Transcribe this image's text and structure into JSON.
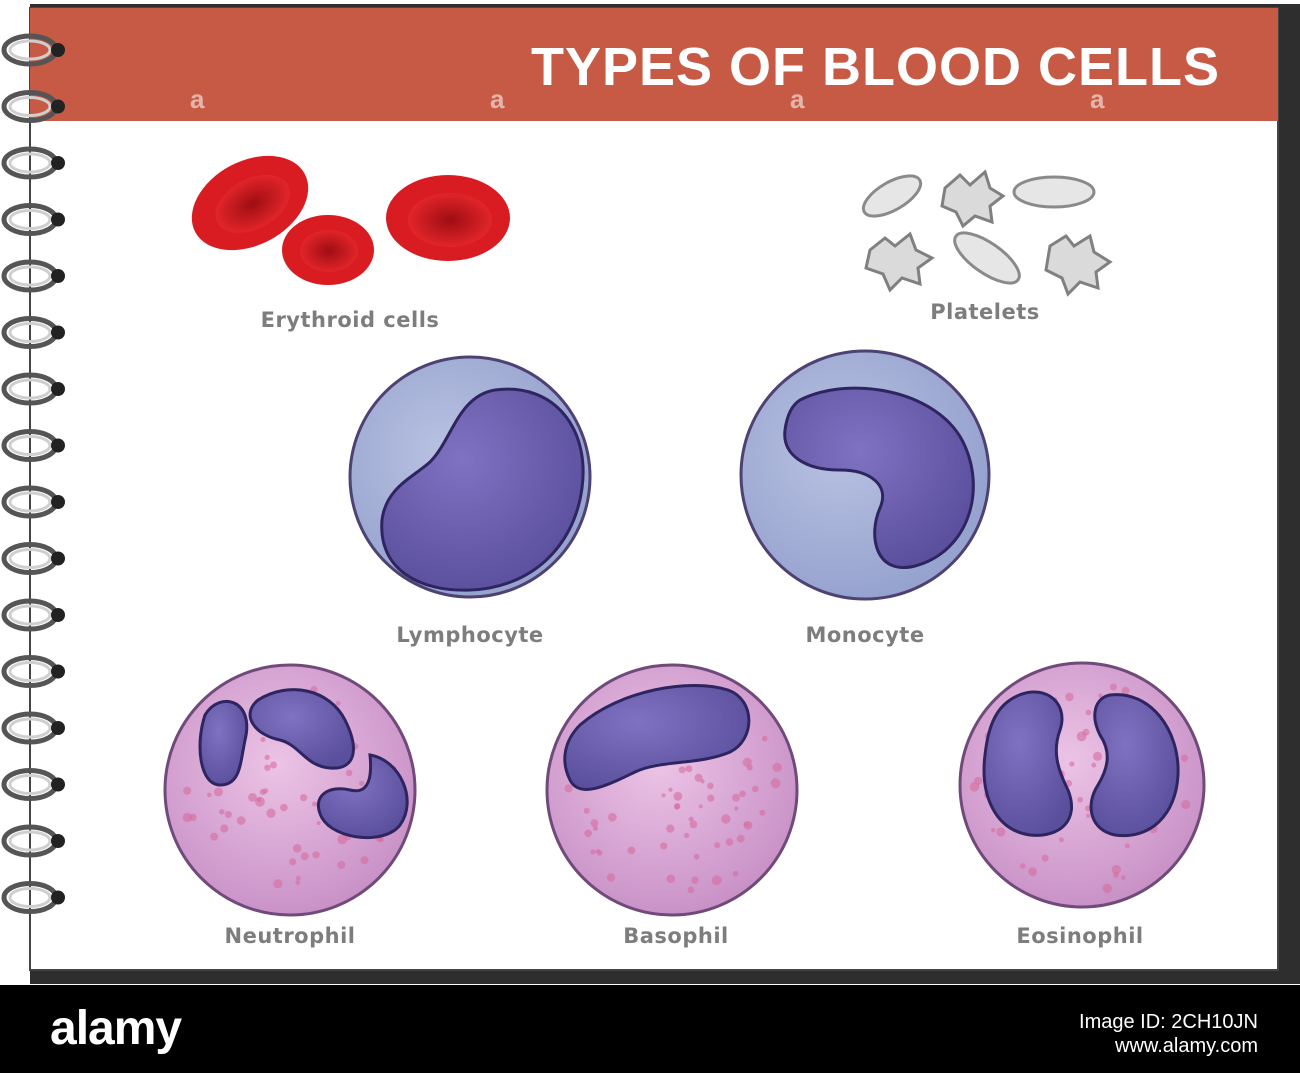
{
  "title": "TYPES OF BLOOD CELLS",
  "labels": {
    "erythroid": "Erythroid cells",
    "platelets": "Platelets",
    "lymphocyte": "Lymphocyte",
    "monocyte": "Monocyte",
    "neutrophil": "Neutrophil",
    "basophil": "Basophil",
    "eosinophil": "Eosinophil"
  },
  "watermark": {
    "logo": "alamy",
    "mark": "a"
  },
  "footer": {
    "image_id": "Image ID: 2CH10JN",
    "site": "www.alamy.com"
  },
  "colors": {
    "header": "#c65a44",
    "red_cell": "#cf1a1f",
    "white_cell": "#a7b2d8",
    "nucleus": "#6b5fae",
    "granulocyte": "#cf9dcf",
    "platelet": "#e4e4e4"
  }
}
